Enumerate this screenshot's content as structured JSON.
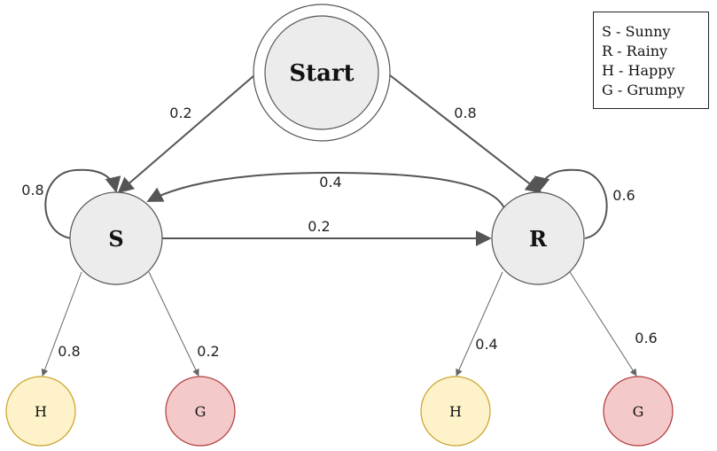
{
  "nodes": {
    "start": "Start",
    "s": "S",
    "r": "R",
    "s_happy": "H",
    "s_grumpy": "G",
    "r_happy": "H",
    "r_grumpy": "G"
  },
  "edges": {
    "start_to_s": "0.2",
    "start_to_r": "0.8",
    "s_self": "0.8",
    "r_self": "0.6",
    "r_to_s": "0.4",
    "s_to_r": "0.2",
    "s_to_h": "0.8",
    "s_to_g": "0.2",
    "r_to_h": "0.4",
    "r_to_g": "0.6"
  },
  "legend": [
    "S - Sunny",
    "R - Rainy",
    "H - Happy",
    "G - Grumpy"
  ],
  "colors": {
    "state_fill": "#ececec",
    "happy_fill": "#fdf2c9",
    "happy_stroke": "#c9a227",
    "grumpy_fill": "#f4c9c9",
    "grumpy_stroke": "#b03a3a",
    "edge": "#555555"
  }
}
